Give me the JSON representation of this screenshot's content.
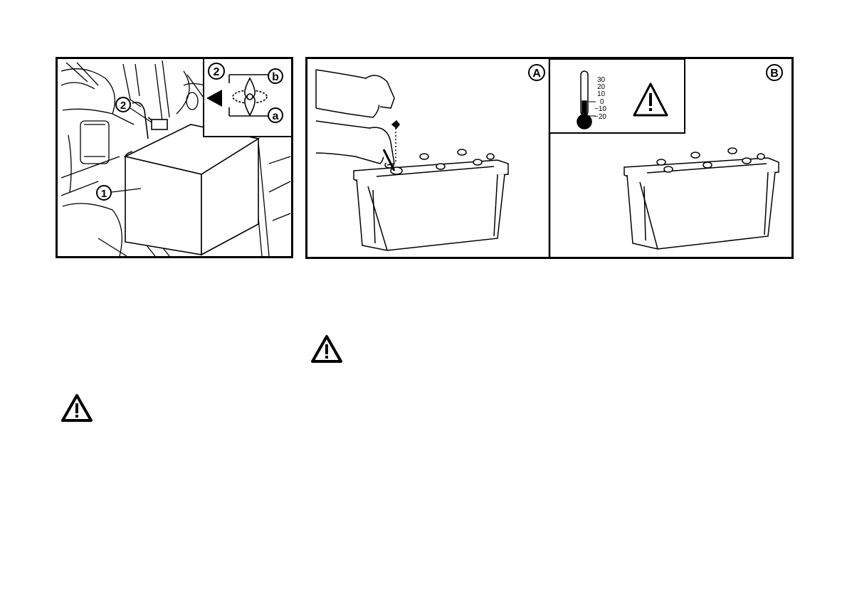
{
  "figure_left": {
    "callout_main": "1",
    "callout_lever": "2",
    "inset_number": "2",
    "inset_position_b": "b",
    "inset_position_a": "a",
    "icon": "battery-compartment-illustration"
  },
  "figure_right": {
    "panel_a_label": "A",
    "panel_b_label": "B",
    "thermometer_scale": [
      "30",
      "20",
      "10",
      "0",
      "−10",
      "−20"
    ],
    "icons": [
      "battery-topping-up-illustration",
      "thermometer-icon",
      "warning-triangle-icon",
      "battery-illustration"
    ]
  },
  "warnings": {
    "left_icon": "warning-triangle-icon",
    "right_icon": "warning-triangle-icon"
  }
}
